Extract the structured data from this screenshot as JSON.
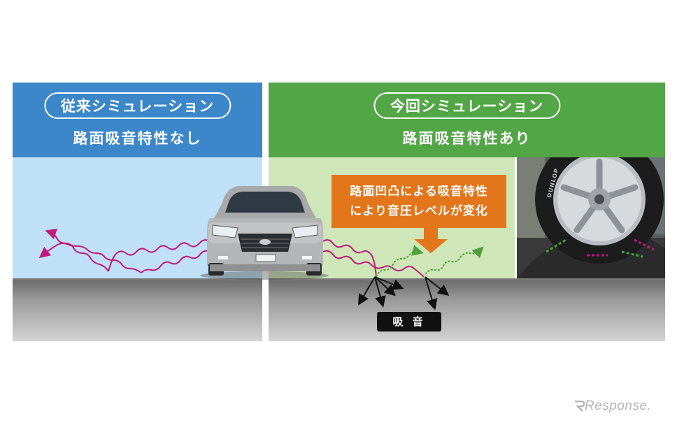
{
  "left_panel": {
    "title": "従来シミュレーション",
    "subtitle": "路面吸音特性なし",
    "header_color": "#3b87c9"
  },
  "right_panel": {
    "title": "今回シミュレーション",
    "subtitle": "路面吸音特性あり",
    "header_color": "#52a646"
  },
  "callout": {
    "line1": "路面凹凸による吸音特性",
    "line2": "により音圧レベルが変化",
    "color": "#e3751b"
  },
  "absorption_label": "吸 音",
  "wave_colors": {
    "sound": "#c2197c",
    "reduced": "#4ea23a",
    "absorbed": "#111111"
  },
  "photo": {
    "tire_brand": "DUNLOP"
  },
  "watermark": "Response."
}
